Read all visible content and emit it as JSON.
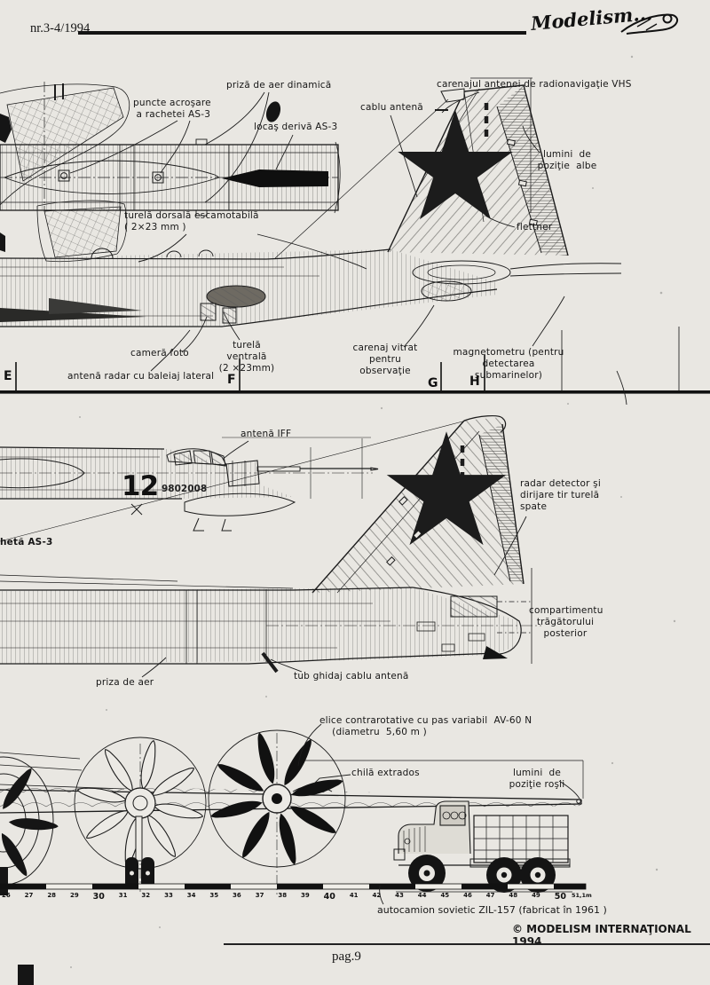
{
  "header": {
    "issue": "nr.3-4/1994",
    "logo": "Modelism..."
  },
  "annotations": {
    "priza_aer_dinamica": "priză de aer dinamică",
    "puncte_acrosare": "puncte acroşare\n a rachetei AS-3",
    "locas_deriva": "locaş derivă AS-3",
    "cablu_antena": "cablu antenă",
    "carenaj_vhs": "carenajul antenei de radionavigaţie VHS",
    "lumini_albe": "lumini  de\npoziţie  albe",
    "flettner": "flettner",
    "turela_dorsala": "turelă dorsală escamotabilă\n( 2×23 mm )",
    "camera_foto": "cameră foto",
    "turela_ventrala": "turelă ventrală\n(2 ×23mm)",
    "antena_radar": "antenă radar cu baleiaj lateral",
    "carenaj_vitrat": "carenaj vitrat\npentru observaţie",
    "magnetometru": "magnetometru (pentru\ndetectarea submarinelor)",
    "antena_iff": "antenă IFF",
    "racheta_as3": "hetă AS-3",
    "radar_detector": "radar detector şi\ndirijare tir turelă\nspate",
    "compartiment": "compartimentu\ntrăgătorului\nposterior",
    "priza_aer": "priza de aer",
    "tub_ghidaj": "tub ghidaj cablu antenă",
    "elice": "elice contrarotative cu pas variabil  AV-60 N\n    (diametru  5,60 m )",
    "chila": "chilă extrados",
    "lumini_rosii": "lumini  de\npoziţie roşii",
    "truck_caption": "autocamion sovietic ZIL-157 (fabricat în 1961 )"
  },
  "section_markers": {
    "e": "E",
    "f": "F",
    "g": "G",
    "h": "H"
  },
  "aircraft_markings": {
    "side_number": "12",
    "serial": "9802008"
  },
  "ruler": {
    "ticks": [
      "26",
      "27",
      "28",
      "29",
      "30",
      "31",
      "32",
      "33",
      "34",
      "35",
      "36",
      "37",
      "38",
      "39",
      "40",
      "41",
      "42",
      "43",
      "44",
      "45",
      "46",
      "47",
      "48",
      "49",
      "50"
    ],
    "end_label": "51,1m"
  },
  "footer": {
    "copyright": "© MODELISM INTERNAŢIONAL 1994",
    "page": "pag.9"
  },
  "colors": {
    "paper": "#e9e7e2",
    "ink": "#161616"
  },
  "icons": {
    "logo_plane": "plane-doodle"
  }
}
